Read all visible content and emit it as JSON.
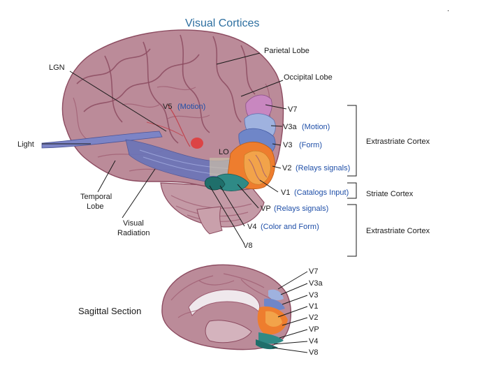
{
  "title": "Visual Cortices",
  "corner_mark": ".",
  "labels": {
    "parietal": "Parietal Lobe",
    "occipital": "Occipital Lobe",
    "lgn": "LGN",
    "light": "Light",
    "temporal_line1": "Temporal",
    "temporal_line2": "Lobe",
    "visual_line1": "Visual",
    "visual_line2": "Radiation",
    "lo": "LO",
    "v5": "V5",
    "v5_role": "(Motion)",
    "v7": "V7",
    "v3a": "V3a",
    "v3a_role": "(Motion)",
    "v3": "V3",
    "v3_role": "(Form)",
    "v2": "V2",
    "v2_role": "(Relays signals)",
    "v1": "V1",
    "v1_role": "(Catalogs Input)",
    "vp": "VP",
    "vp_role": "(Relays signals)",
    "v4": "V4",
    "v4_role": "(Color and Form)",
    "v8": "V8"
  },
  "brackets": {
    "extrastriate_top": "Extrastriate Cortex",
    "striate": "Striate Cortex",
    "extrastriate_bottom": "Extrastriate Cortex"
  },
  "sagittal": {
    "title": "Sagittal Section",
    "labels": [
      "V7",
      "V3a",
      "V3",
      "V1",
      "V2",
      "VP",
      "V4",
      "V8"
    ]
  },
  "colors": {
    "brain": "#b98a98",
    "v1": "#f2a34a",
    "v2": "#ee7d2e",
    "v3": "#6f86c8",
    "v3a": "#9fb2df",
    "v7": "#c887c0",
    "vp": "#2f8a86",
    "v4": "#1f6f6b",
    "v5": "#e03c3c",
    "radiation": "#5f6fb5"
  }
}
